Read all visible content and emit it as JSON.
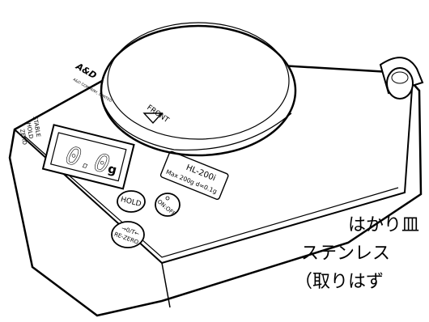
{
  "illustration": {
    "brand_logo": "A&D",
    "brand_small": "A&D COMPANY, LIMITED",
    "platter_label": "FRONT",
    "indicators": [
      "STABLE",
      "HOLD",
      "ZERO"
    ],
    "display_value": "0.0",
    "display_unit": "g",
    "model_name": "HL-200i",
    "capacity_text": "Max 200g d=0.1g",
    "buttons": {
      "hold": "HOLD",
      "onoff": "ON:OFF",
      "rezero_top": "→0/T←",
      "rezero_bottom": "RE-ZERO"
    }
  },
  "caption": {
    "line1": "はかり皿",
    "line2": "ステンレス",
    "line3": "（取りはず"
  }
}
